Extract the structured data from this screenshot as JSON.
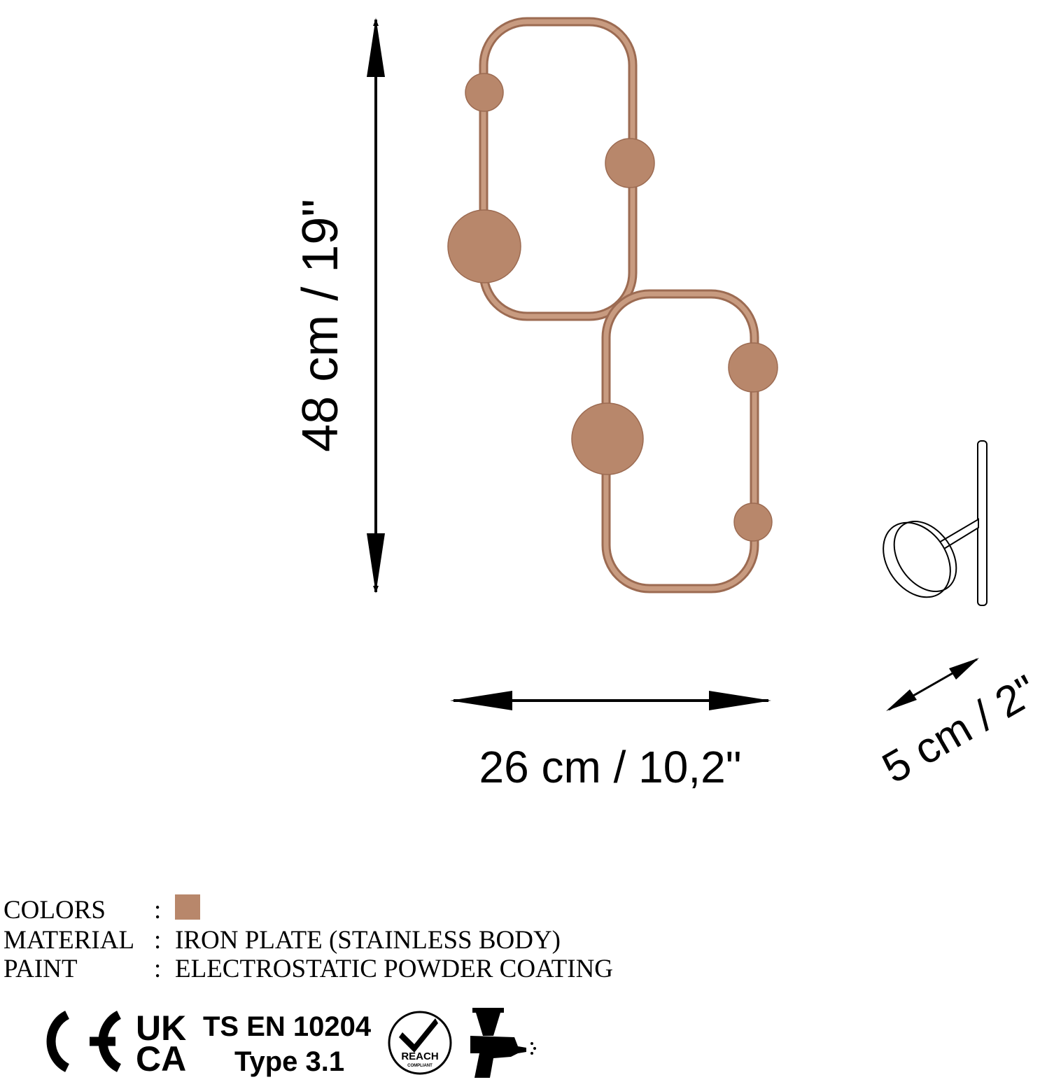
{
  "dimensions": {
    "height_label": "48 cm / 19\"",
    "width_label": "26 cm / 10,2\"",
    "depth_label": "5 cm / 2\""
  },
  "specs": [
    {
      "label": "COLORS",
      "value": ""
    },
    {
      "label": "MATERIAL",
      "value": "IRON PLATE (STAINLESS BODY)"
    },
    {
      "label": "PAINT",
      "value": "ELECTROSTATIC POWDER COATING"
    }
  ],
  "separator": ":",
  "colors": {
    "product": "#b8876b",
    "frame_stroke": "#9c6b52"
  },
  "certifications": {
    "ce": "CE",
    "ukca_top": "UK",
    "ukca_bottom": "CA",
    "standard": "TS EN 10204",
    "standard_type": "Type 3.1",
    "reach": "REACH",
    "reach_sub": "COMPLIANT"
  }
}
